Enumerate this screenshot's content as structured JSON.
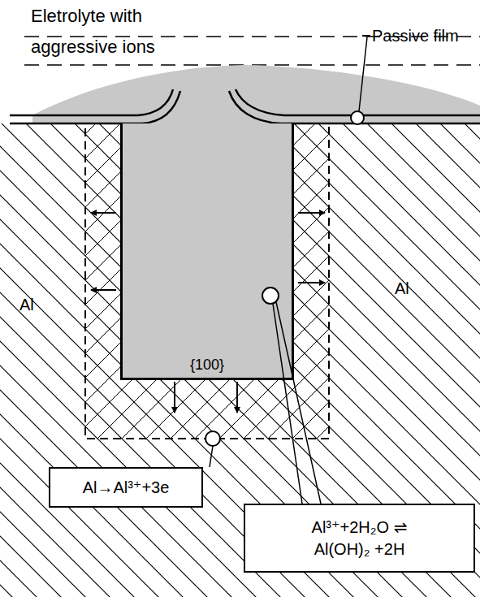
{
  "diagram": {
    "nodes": [
      {
        "text": [
          "{100}"
        ]
      },
      {
        "text": [
          "Al→Al³⁺+3e"
        ]
      },
      {
        "text": [
          "Al³⁺+2H₂O ⇌ Al(OH)₂ +2H"
        ]
      }
    ],
    "labels": [
      "Eletrolyte with aggressive ions",
      "Passive film",
      "Al",
      "Al"
    ]
  }
}
